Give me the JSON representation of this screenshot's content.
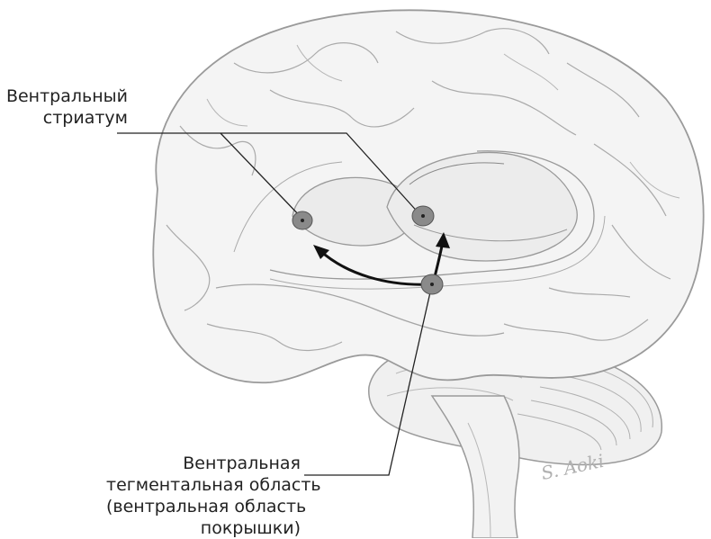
{
  "labels": {
    "striatum": [
      "Вентральный",
      "стриатум"
    ],
    "vta": [
      "Вентральная",
      "тегментальная область",
      "(вентральная область",
      "покрышки)"
    ]
  },
  "signature": "S. Aoki",
  "colors": {
    "outline": "#9a9a9a",
    "fill": "#f4f4f4",
    "line": "#222222",
    "node": "#8a8a8a"
  }
}
